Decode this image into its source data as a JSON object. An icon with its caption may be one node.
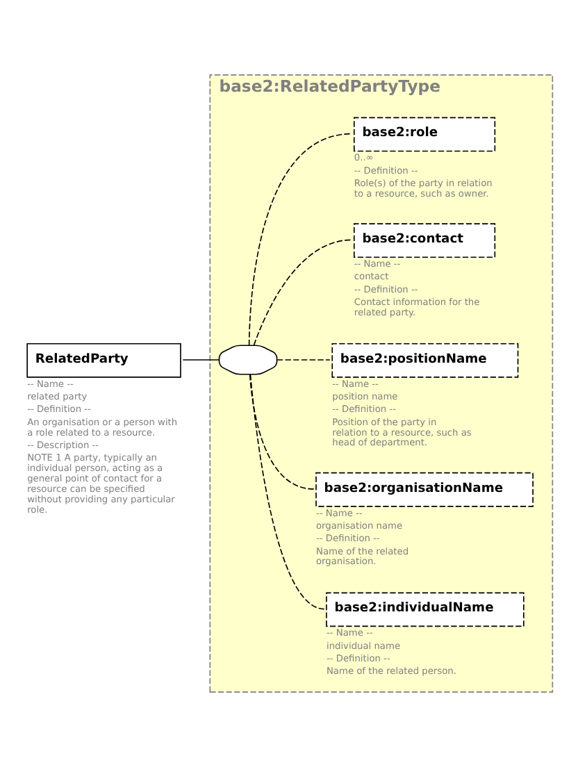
{
  "diagram": {
    "nodes": [
      {
        "text": [
          "RelatedParty"
        ],
        "beside": [
          "-- Name --",
          "related party",
          "-- Definition --",
          "An organisation or a person with a role related to a resource.",
          "-- Description --",
          "NOTE 1 A party, typically an individual person, acting as a general point of contact for a resource can be specified without providing any particular role."
        ]
      },
      {
        "text": [
          "base2:RelatedPartyType"
        ]
      },
      {
        "text": [],
        "shape": "octagon",
        "in": 1
      },
      {
        "text": [
          "base2:individualName"
        ],
        "in": 1,
        "beside": [
          "-- Name --",
          "individual name",
          "-- Definition --",
          "Name of the related person."
        ]
      },
      {
        "text": [
          "base2:organisationName"
        ],
        "in": 1,
        "beside": [
          "-- Name --",
          "organisation name",
          "-- Definition --",
          "Name of the related organisation."
        ]
      },
      {
        "text": [
          "base2:positionName"
        ],
        "in": 1,
        "beside": [
          "-- Name --",
          "position name",
          "-- Definition --",
          "Position of the party in relation to a resource, such as head of department."
        ]
      },
      {
        "text": [
          "base2:contact"
        ],
        "in": 1,
        "beside": [
          "-- Name --",
          "contact",
          "-- Definition --",
          "Contact information for the related party."
        ]
      },
      {
        "text": [
          "base2:role"
        ],
        "in": 1,
        "beside": [
          "0..∞",
          "-- Definition --",
          "Role(s) of the party in relation to a resource, such as owner."
        ]
      }
    ],
    "edges": [
      {
        "from": 0,
        "to": 2,
        "arrow": "none"
      },
      {
        "from": 2,
        "to": 3,
        "arrow": "none",
        "style": "dashed"
      },
      {
        "from": 2,
        "to": 4,
        "arrow": "none",
        "style": "dashed"
      },
      {
        "from": 2,
        "to": 5,
        "arrow": "none",
        "style": "dashed"
      },
      {
        "from": 2,
        "to": 6,
        "arrow": "none",
        "style": "dashed"
      },
      {
        "from": 2,
        "to": 7,
        "arrow": "none",
        "style": "dashed"
      }
    ]
  }
}
